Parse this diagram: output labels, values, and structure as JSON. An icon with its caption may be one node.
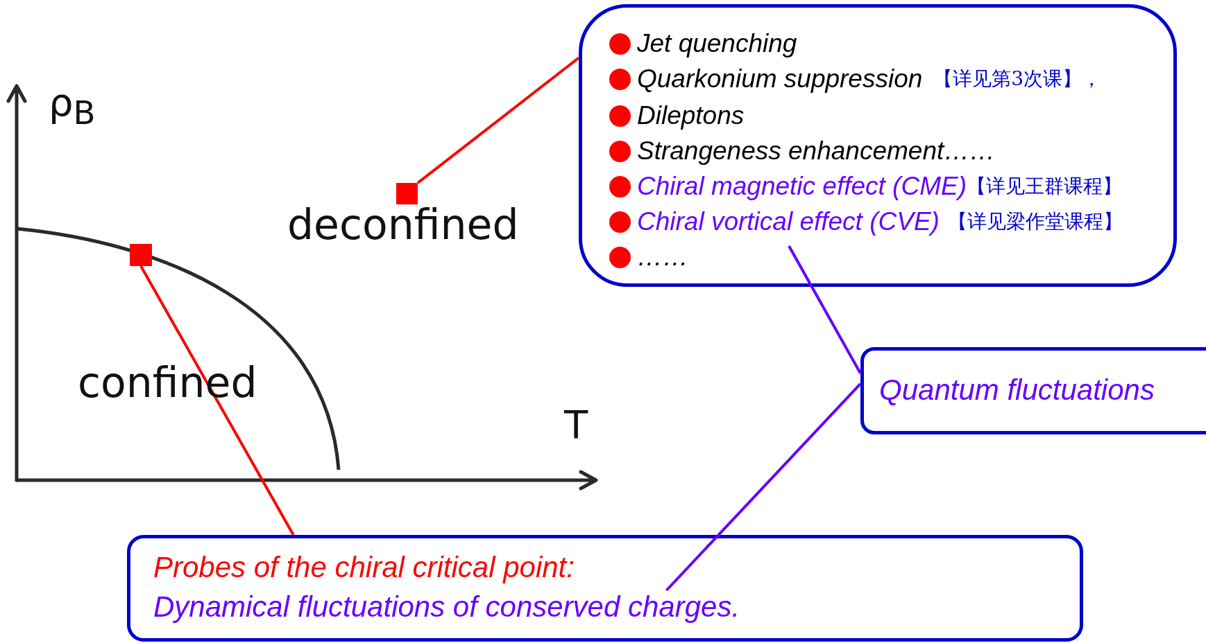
{
  "diagram": {
    "nodes": [
      {
        "text": [],
        "shape": "box"
      },
      {
        "text": [
          "Jet quenching"
        ],
        "in": 0
      },
      {
        "text": [
          "Quarkonium suppression",
          "【详见第3次课】，"
        ],
        "in": 0
      },
      {
        "text": [
          "Dileptons"
        ],
        "in": 0
      },
      {
        "text": [
          "Strangeness enhancement……"
        ],
        "in": 0
      },
      {
        "text": [
          "Chiral magnetic effect (CME)",
          "【详见王群课程】"
        ],
        "in": 0
      },
      {
        "text": [
          "Chiral vortical effect (CVE)",
          "【详见梁作堂课程】"
        ],
        "in": 0
      },
      {
        "text": [
          "……"
        ],
        "in": 0
      },
      {
        "text": [],
        "shape": "box"
      },
      {
        "text": [],
        "shape": "box"
      },
      {
        "text": [
          "Quantum fluctuations"
        ]
      },
      {
        "text": [],
        "shape": "box"
      },
      {
        "text": [
          "Probes of the chiral critical point:"
        ],
        "in": 11
      },
      {
        "text": [
          "Dynamical fluctuations of conserved charges."
        ],
        "in": 11
      }
    ],
    "edges": [
      {
        "from": 8,
        "to": 0,
        "arrow": "none",
        "color": "#ff0000"
      },
      {
        "from": 9,
        "to": 11,
        "arrow": "none",
        "color": "#ff0000"
      },
      {
        "from": 10,
        "to": 6,
        "arrow": "none",
        "color": "#6600ff"
      },
      {
        "from": 10,
        "to": 13,
        "arrow": "none",
        "color": "#6600ff"
      }
    ],
    "labels": [
      "ρ$_{B}$",
      "T",
      "deconfined",
      "confined"
    ]
  }
}
